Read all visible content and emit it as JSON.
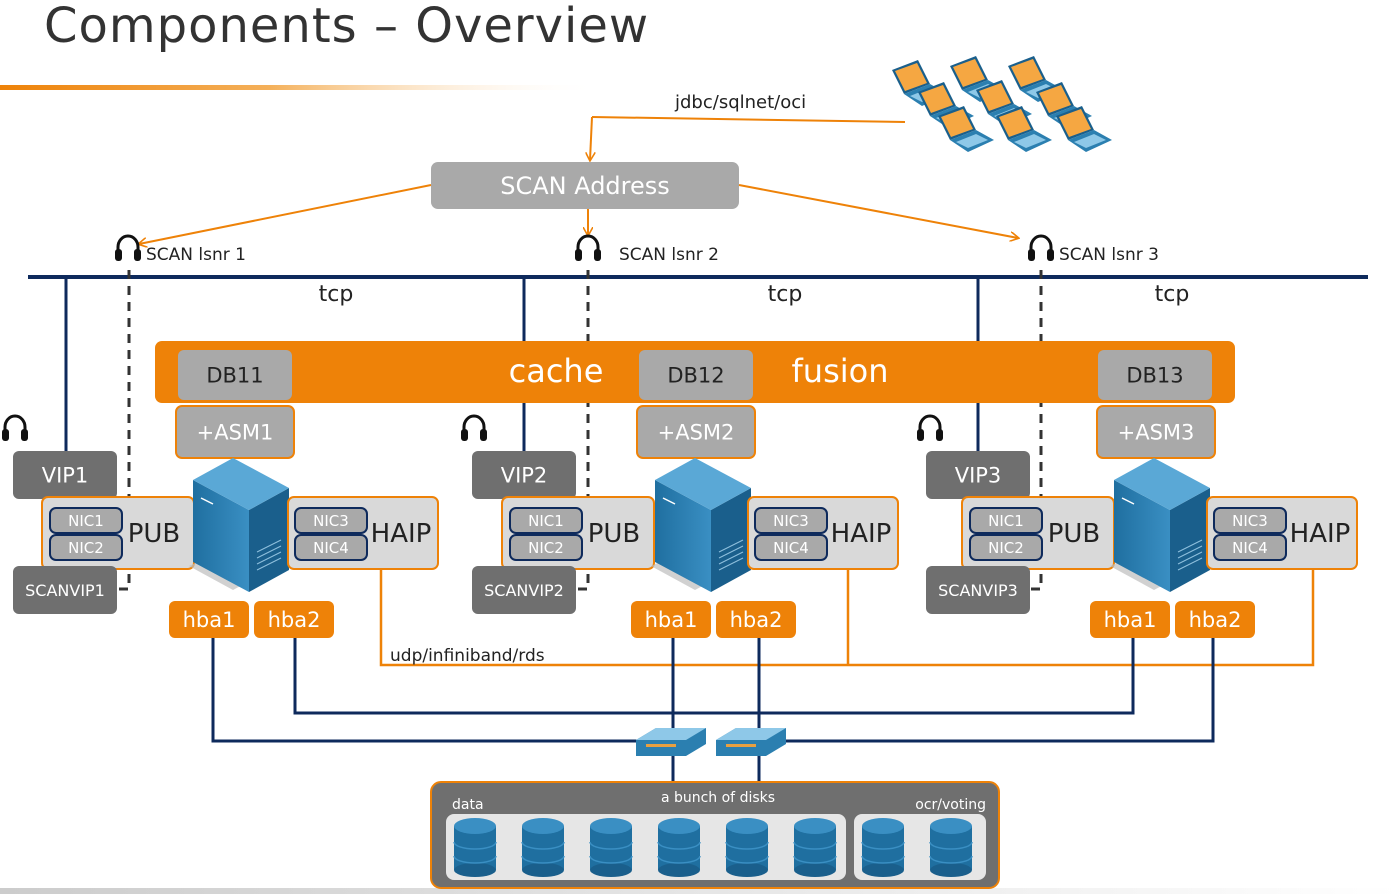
{
  "title": "Components – Overview",
  "clients_protocol": "jdbc/sqlnet/oci",
  "scan_address": "SCAN Address",
  "listeners": [
    "SCAN lsnr 1",
    "SCAN lsnr 2",
    "SCAN lsnr 3"
  ],
  "tcp_label": "tcp",
  "cache_fusion": {
    "left": "cache",
    "right": "fusion"
  },
  "nodes": [
    {
      "db": "DB11",
      "asm": "+ASM1",
      "vip": "VIP1",
      "scanvip": "SCANVIP1"
    },
    {
      "db": "DB12",
      "asm": "+ASM2",
      "vip": "VIP2",
      "scanvip": "SCANVIP2"
    },
    {
      "db": "DB13",
      "asm": "+ASM3",
      "vip": "VIP3",
      "scanvip": "SCANVIP3"
    }
  ],
  "pub_label": "PUB",
  "haip_label": "HAIP",
  "nics": [
    "NIC1",
    "NIC2",
    "NIC3",
    "NIC4"
  ],
  "hbas": [
    "hba1",
    "hba2"
  ],
  "interconnect": "udp/infiniband/rds",
  "storage": {
    "title": "a bunch of disks",
    "data": "data",
    "ocr": "ocr/voting"
  },
  "colors": {
    "orange": "#ee8208",
    "gray": "#a9a9a9",
    "darkgray": "#6f6f6f",
    "navy": "#0e2a5c",
    "blue": "#2b7fb0"
  }
}
